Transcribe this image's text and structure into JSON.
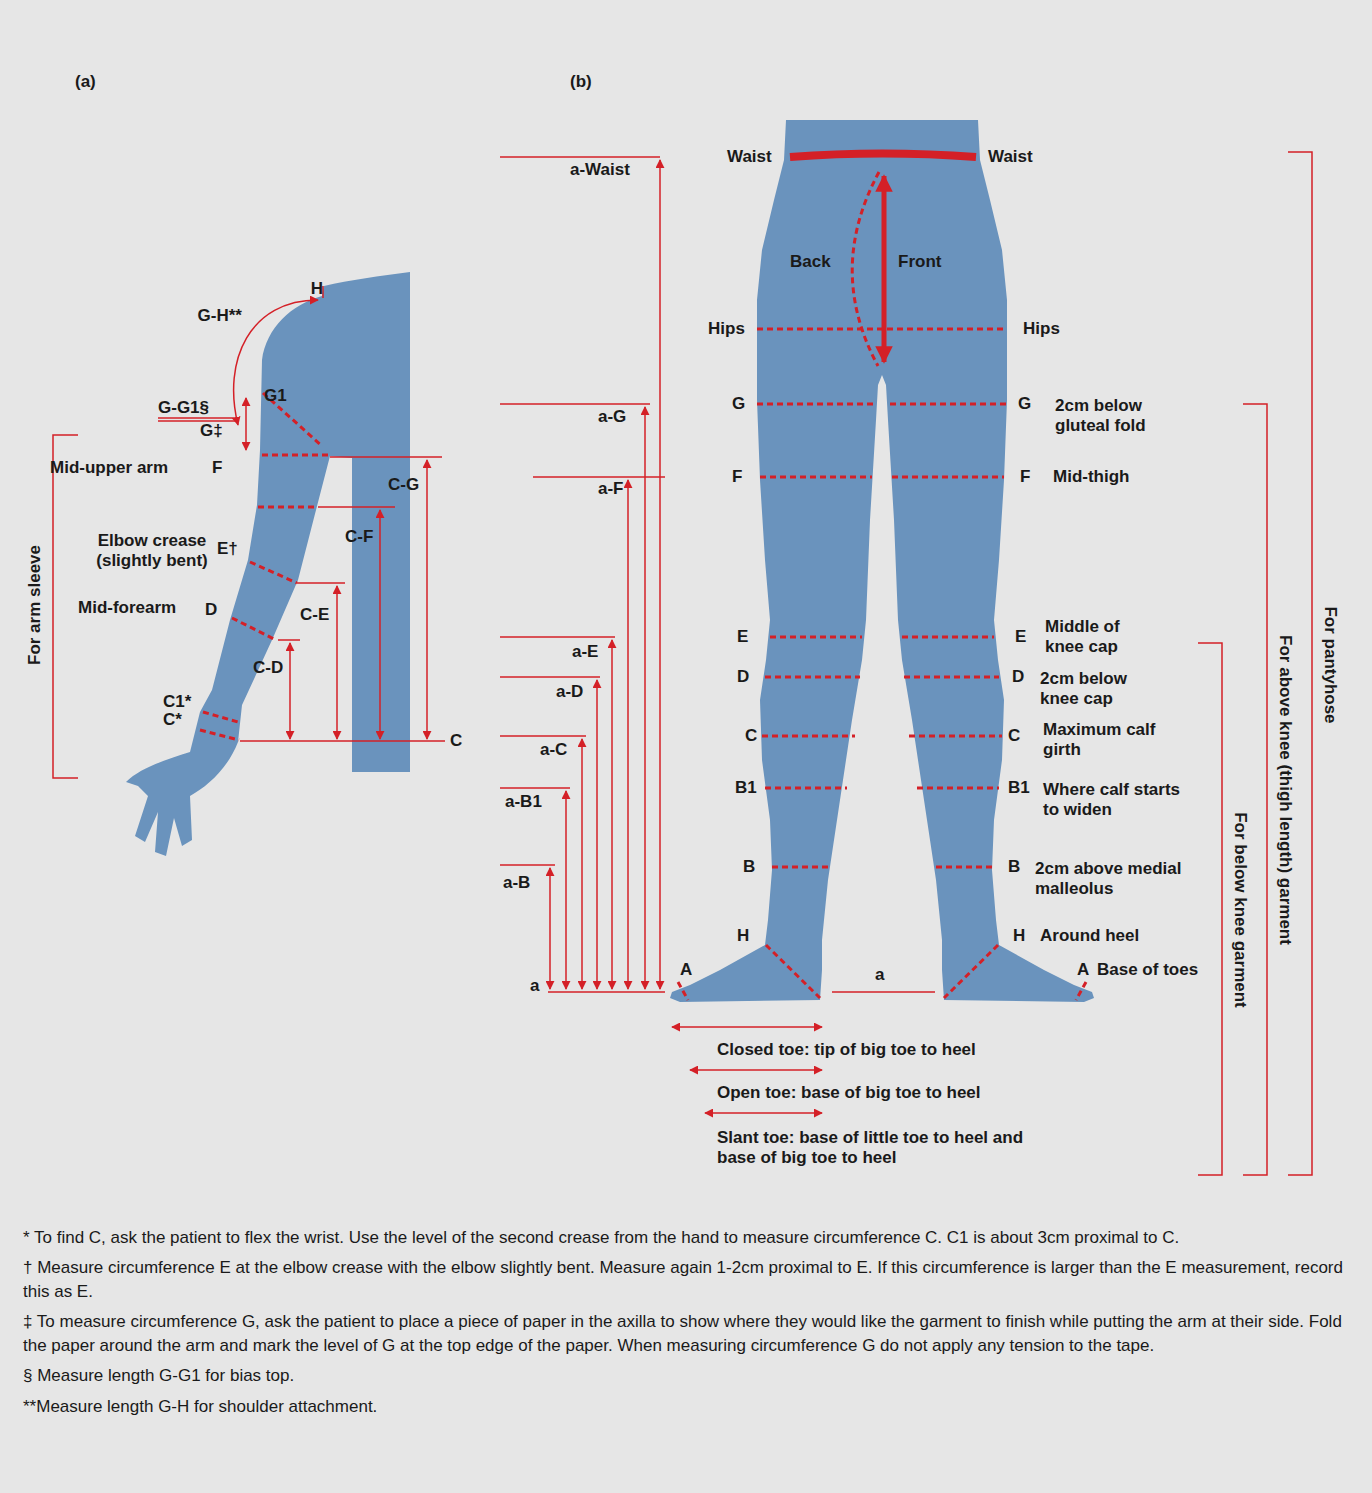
{
  "diagram": {
    "labels": [
      "(a)",
      "(b)",
      "H",
      "G-H**",
      "G1",
      "G-G1§",
      "G‡",
      "Mid-upper arm",
      "F",
      "Elbow crease (slightly bent)",
      "E†",
      "Mid-forearm",
      "D",
      "C1*",
      "C*",
      "C-G",
      "C-F",
      "C-E",
      "C-D",
      "C",
      "For arm sleeve",
      "a-Waist",
      "Waist",
      "Waist",
      "Back",
      "Front",
      "Hips",
      "Hips",
      "a-G",
      "G",
      "G",
      "2cm below gluteal fold",
      "a-F",
      "F",
      "F",
      "Mid-thigh",
      "a-E",
      "E",
      "E",
      "Middle of knee cap",
      "a-D",
      "D",
      "D",
      "2cm below knee cap",
      "a-C",
      "C",
      "C",
      "Maximum calf girth",
      "a-B1",
      "B1",
      "B1",
      "Where calf starts to widen",
      "a-B",
      "B",
      "B",
      "2cm above medial malleolus",
      "H",
      "H",
      "Around heel",
      "A",
      "A",
      "Base of toes",
      "a",
      "a",
      "Closed toe: tip of big toe to heel",
      "Open toe: base of big toe to heel",
      "Slant toe: base of little toe to heel and base of big toe to heel",
      "For below knee garment",
      "For above knee (thigh length) garment",
      "For pantyhose",
      "* To find C, ask the patient to flex the wrist. Use the level of the second crease from the hand to measure circumference C. C1 is about 3cm proximal to C.",
      "† Measure circumference E at the elbow crease with the elbow slightly bent. Measure again 1-2cm proximal to E. If this circumference is larger than the E measurement, record this as E.",
      "‡ To measure circumference G, ask the patient to place a piece of paper in the axilla to show where they would like the garment to finish while putting the arm at their side. Fold the paper around the arm and mark the level of G at the top edge of the paper. When measuring circumference G do not apply any tension to the tape.",
      "§ Measure length G-G1 for bias top.",
      "**Measure length G-H for shoulder attachment."
    ]
  }
}
